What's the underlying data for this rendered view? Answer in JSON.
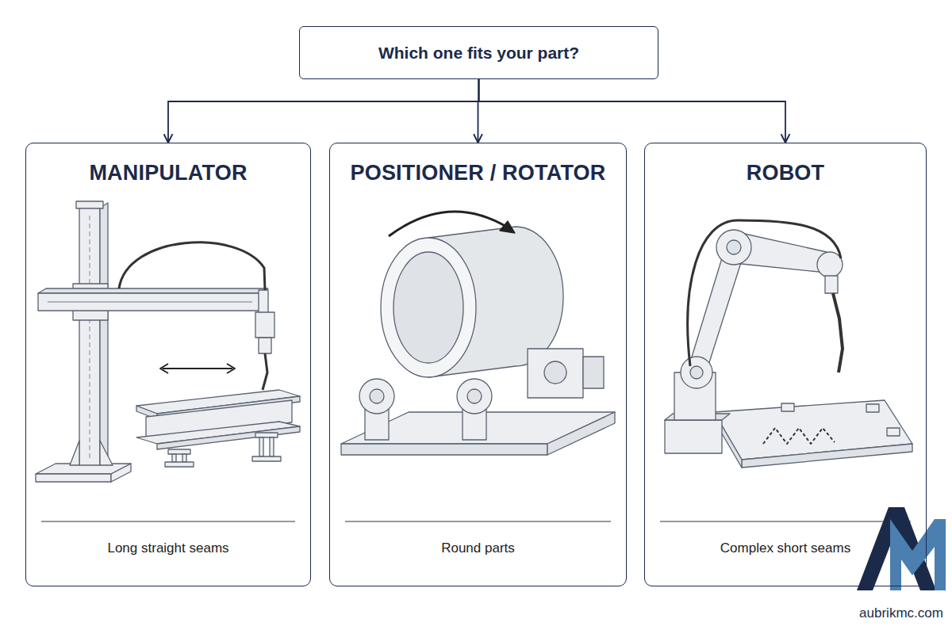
{
  "diagram": {
    "nodes": [
      {
        "text": [
          "Which one fits your part?"
        ]
      },
      {
        "text": [
          "MANIPULATOR",
          "Long straight seams"
        ]
      },
      {
        "text": [
          "POSITIONER / ROTATOR",
          "Round parts"
        ]
      },
      {
        "text": [
          "ROBOT",
          "Complex short seams"
        ]
      }
    ],
    "edges": [
      {
        "from": 0,
        "to": 1,
        "arrow": "to"
      },
      {
        "from": 0,
        "to": 2,
        "arrow": "to"
      },
      {
        "from": 0,
        "to": 3,
        "arrow": "to"
      }
    ],
    "labels": [
      "aubrikmc.com"
    ]
  }
}
